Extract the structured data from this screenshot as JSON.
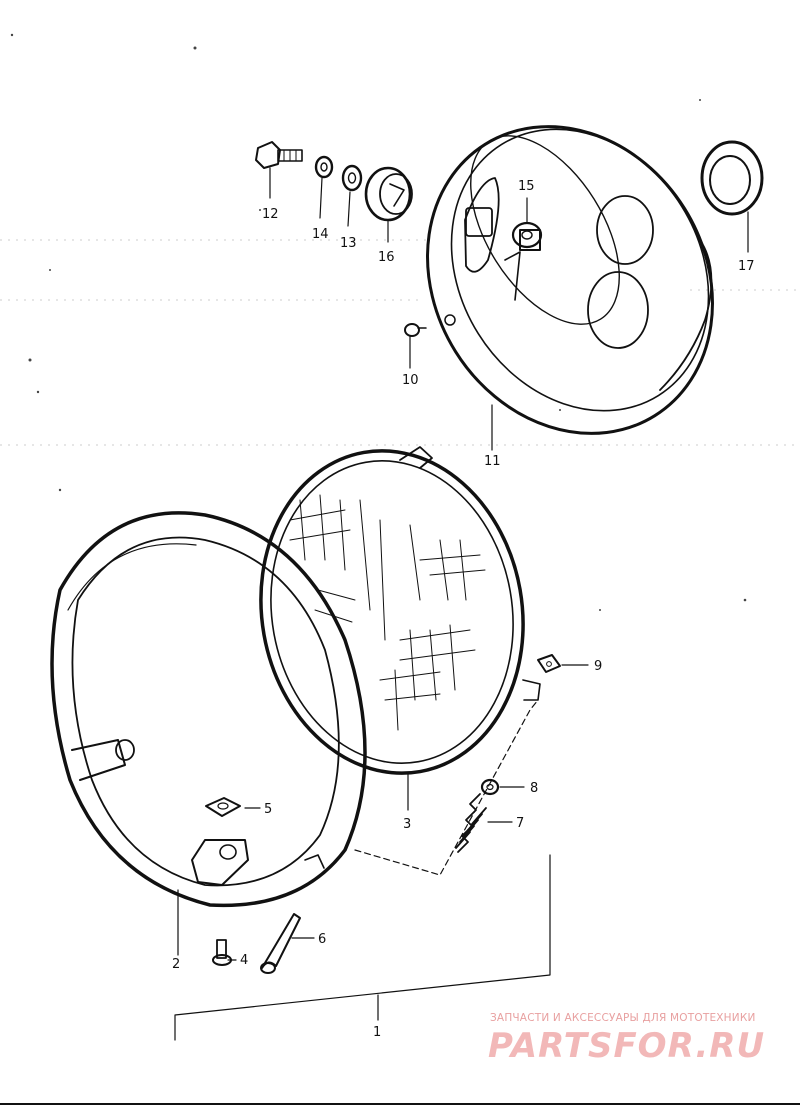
{
  "callouts": {
    "p1": "1",
    "p2": "2",
    "p3": "3",
    "p4": "4",
    "p5": "5",
    "p6": "6",
    "p7": "7",
    "p8": "8",
    "p9": "9",
    "p10": "10",
    "p11": "11",
    "p12": "12",
    "p13": "13",
    "p14": "14",
    "p15": "15",
    "p16": "16",
    "p17": "17"
  },
  "watermark": {
    "tagline": "ЗАПЧАСТИ И АКСЕССУАРЫ ДЛЯ МОТОТЕХНИКИ",
    "logo": "PARTSFOR.RU"
  },
  "colors": {
    "ink": "#111111",
    "watermark": "#f2b8b8",
    "paper": "#ffffff"
  },
  "icons": [
    "headlight-housing-icon",
    "headlight-rim-icon",
    "headlight-lens-icon",
    "bolt-icon",
    "spring-icon",
    "grommet-icon",
    "washer-icon"
  ]
}
